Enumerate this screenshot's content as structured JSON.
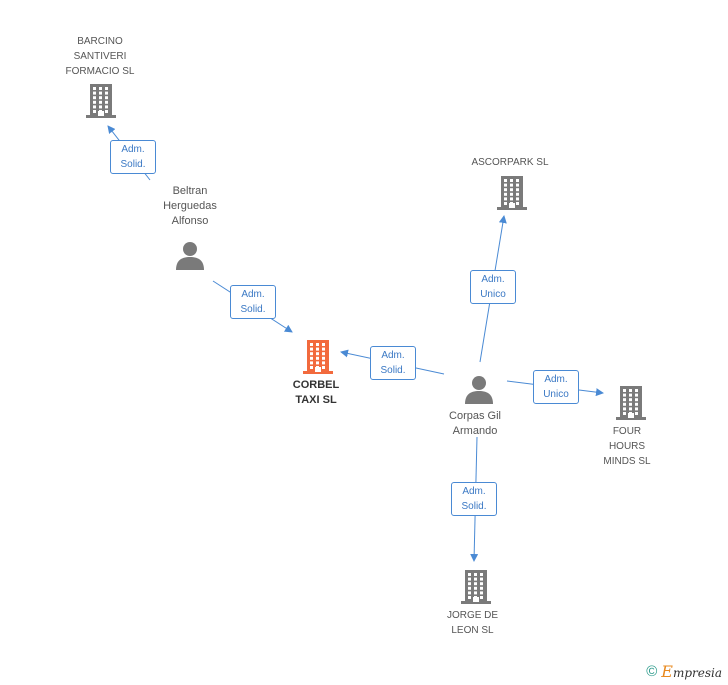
{
  "nodes": {
    "barcino": {
      "label": "BARCINO\nSANTIVERI\nFORMACIO SL",
      "icon": "building-icon",
      "color": "#7a7a7a"
    },
    "beltran": {
      "label": "Beltran\nHerguedas\nAlfonso",
      "icon": "person-icon",
      "color": "#7a7a7a"
    },
    "ascorpark": {
      "label": "ASCORPARK SL",
      "icon": "building-icon",
      "color": "#7a7a7a"
    },
    "corbel": {
      "label": "CORBEL\nTAXI SL",
      "icon": "building-icon",
      "color": "#f26a3d"
    },
    "corpas": {
      "label": "Corpas Gil\nArmando",
      "icon": "person-icon",
      "color": "#7a7a7a"
    },
    "fourhours": {
      "label": "FOUR\nHOURS\nMINDS SL",
      "icon": "building-icon",
      "color": "#7a7a7a"
    },
    "jorge": {
      "label": "JORGE DE\nLEON SL",
      "icon": "building-icon",
      "color": "#7a7a7a"
    }
  },
  "edges": [
    {
      "from": "beltran",
      "to": "barcino",
      "label": "Adm.\nSolid."
    },
    {
      "from": "beltran",
      "to": "corbel",
      "label": "Adm.\nSolid."
    },
    {
      "from": "corpas",
      "to": "ascorpark",
      "label": "Adm.\nUnico"
    },
    {
      "from": "corpas",
      "to": "corbel",
      "label": "Adm.\nSolid."
    },
    {
      "from": "corpas",
      "to": "fourhours",
      "label": "Adm.\nUnico"
    },
    {
      "from": "corpas",
      "to": "jorge",
      "label": "Adm.\nSolid."
    }
  ],
  "colors": {
    "edge": "#4a8ad4"
  },
  "footer": {
    "copyright": "©",
    "brand_initial": "E",
    "brand_rest": "mpresia"
  }
}
